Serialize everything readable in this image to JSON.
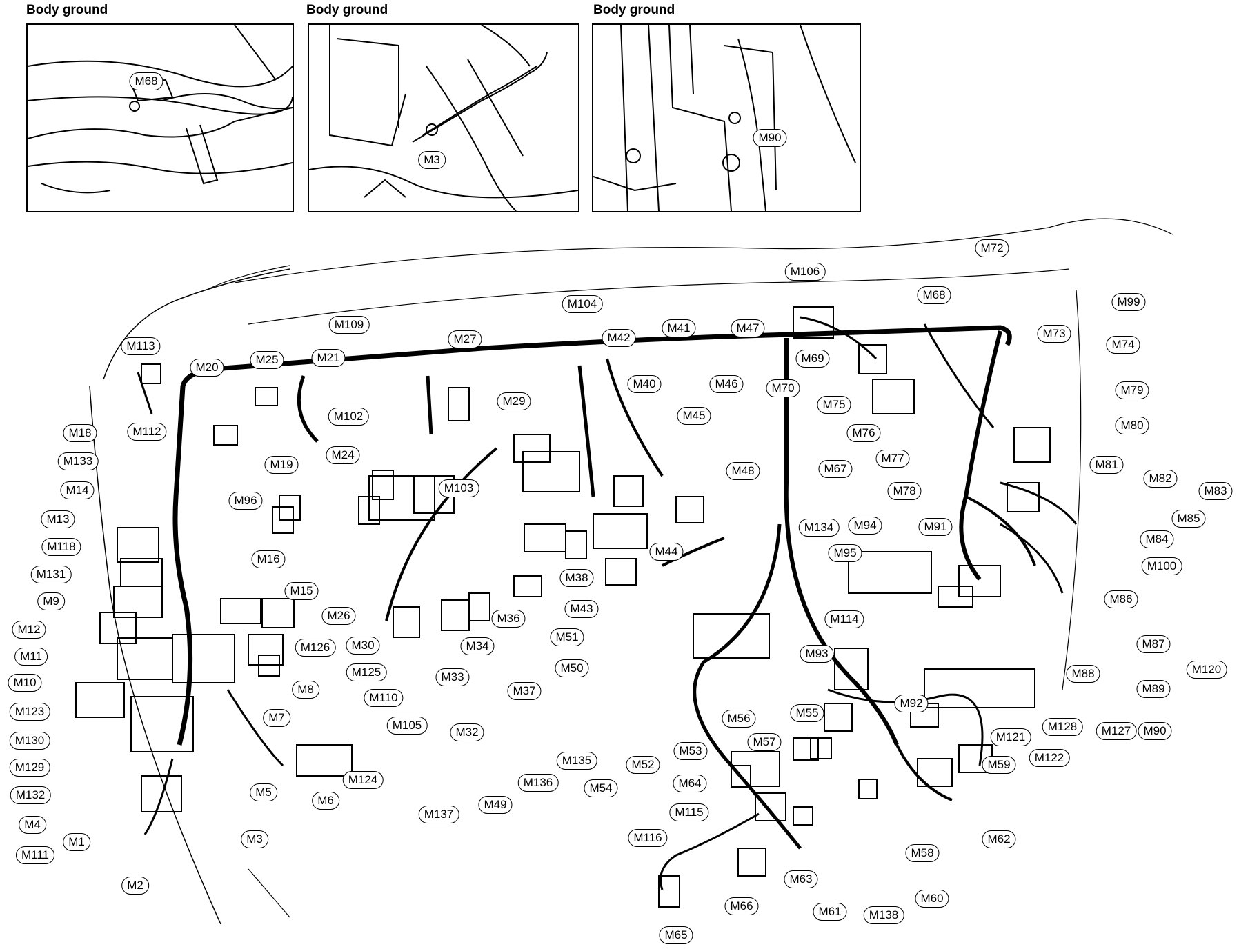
{
  "insets": [
    {
      "title": "Body ground",
      "connector": "M68"
    },
    {
      "title": "Body ground",
      "connector": "M3"
    },
    {
      "title": "Body ground",
      "connector": "M90"
    }
  ],
  "connectors": [
    "M1",
    "M2",
    "M3",
    "M4",
    "M5",
    "M6",
    "M7",
    "M8",
    "M9",
    "M10",
    "M11",
    "M12",
    "M13",
    "M14",
    "M15",
    "M16",
    "M18",
    "M19",
    "M20",
    "M21",
    "M24",
    "M25",
    "M26",
    "M27",
    "M29",
    "M30",
    "M32",
    "M33",
    "M34",
    "M36",
    "M37",
    "M38",
    "M40",
    "M41",
    "M42",
    "M43",
    "M44",
    "M45",
    "M46",
    "M47",
    "M48",
    "M49",
    "M50",
    "M51",
    "M52",
    "M53",
    "M54",
    "M55",
    "M56",
    "M57",
    "M58",
    "M59",
    "M60",
    "M61",
    "M62",
    "M63",
    "M64",
    "M65",
    "M66",
    "M67",
    "M68",
    "M69",
    "M70",
    "M72",
    "M73",
    "M74",
    "M75",
    "M76",
    "M77",
    "M78",
    "M79",
    "M80",
    "M81",
    "M82",
    "M83",
    "M84",
    "M85",
    "M86",
    "M87",
    "M88",
    "M89",
    "M90",
    "M91",
    "M92",
    "M93",
    "M94",
    "M95",
    "M96",
    "M99",
    "M100",
    "M102",
    "M103",
    "M104",
    "M105",
    "M106",
    "M109",
    "M110",
    "M111",
    "M112",
    "M113",
    "M114",
    "M115",
    "M116",
    "M118",
    "M120",
    "M121",
    "M122",
    "M123",
    "M124",
    "M125",
    "M126",
    "M127",
    "M128",
    "M129",
    "M130",
    "M131",
    "M132",
    "M133",
    "M134",
    "M135",
    "M136",
    "M137",
    "M138"
  ],
  "colors": {
    "line": "#000000",
    "background": "#ffffff"
  }
}
